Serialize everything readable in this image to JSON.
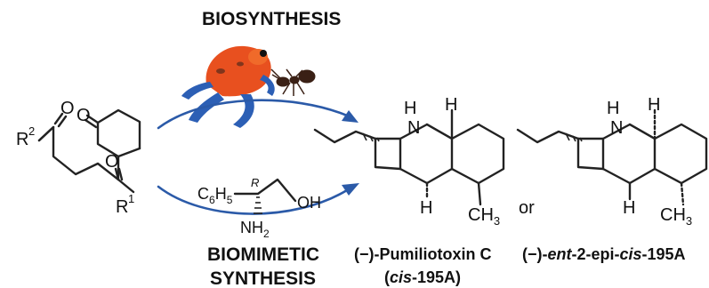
{
  "headings": {
    "biosynthesis": "BIOSYNTHESIS",
    "biomimetic_line1": "BIOMIMETIC",
    "biomimetic_line2": "SYNTHESIS"
  },
  "precursor": {
    "r2": "R",
    "r2_sup": "2",
    "r1": "R",
    "r1_sup": "1",
    "o": "O"
  },
  "amino_alcohol": {
    "c6h5": "C",
    "c6h5_sub1": "6",
    "h5": "H",
    "c6h5_sub2": "5",
    "r_label": "R",
    "nh": "NH",
    "nh_sub": "2",
    "oh": "OH"
  },
  "product1": {
    "n": "N",
    "nh_h": "H",
    "h_top": "H",
    "h_bottom": "H",
    "ch3": "CH",
    "ch3_sub": "3",
    "name_prefix": "(−)-Pumiliotoxin C",
    "name_line2_open": "(",
    "name_line2_italic": "cis",
    "name_line2_rest": "-195A)"
  },
  "connector": "or",
  "product2": {
    "n": "N",
    "nh_h": "H",
    "h_top": "H",
    "h_bottom": "H",
    "ch3": "CH",
    "ch3_sub": "3",
    "name_a": "(−)-",
    "name_b": "ent",
    "name_c": "-2-epi-",
    "name_d": "cis",
    "name_e": "-195A"
  },
  "colors": {
    "arrow": "#2b5aa8",
    "frog_body": "#e8501f",
    "frog_legs": "#2c5fb5",
    "ant": "#3a2015"
  },
  "icons": [
    "poison-dart-frog-icon",
    "ant-icon"
  ]
}
